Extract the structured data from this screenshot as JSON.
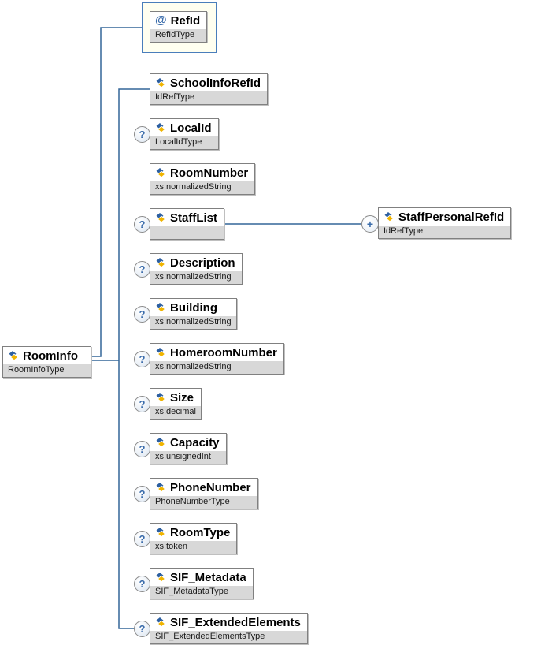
{
  "diagram": {
    "root": {
      "name": "RoomInfo",
      "type": "RoomInfoType"
    },
    "attribute": {
      "name": "RefId",
      "type": "RefIdType"
    },
    "children": [
      {
        "name": "SchoolInfoRefId",
        "type": "IdRefType",
        "optional": false
      },
      {
        "name": "LocalId",
        "type": "LocalIdType",
        "optional": true
      },
      {
        "name": "RoomNumber",
        "type": "xs:normalizedString",
        "optional": false
      },
      {
        "name": "StaffList",
        "type": "",
        "optional": true
      },
      {
        "name": "Description",
        "type": "xs:normalizedString",
        "optional": true
      },
      {
        "name": "Building",
        "type": "xs:normalizedString",
        "optional": true
      },
      {
        "name": "HomeroomNumber",
        "type": "xs:normalizedString",
        "optional": true
      },
      {
        "name": "Size",
        "type": "xs:decimal",
        "optional": true
      },
      {
        "name": "Capacity",
        "type": "xs:unsignedInt",
        "optional": true
      },
      {
        "name": "PhoneNumber",
        "type": "PhoneNumberType",
        "optional": true
      },
      {
        "name": "RoomType",
        "type": "xs:token",
        "optional": true
      },
      {
        "name": "SIF_Metadata",
        "type": "SIF_MetadataType",
        "optional": true
      },
      {
        "name": "SIF_ExtendedElements",
        "type": "SIF_ExtendedElementsType",
        "optional": true
      }
    ],
    "staff_child": {
      "name": "StaffPersonalRefId",
      "type": "IdRefType"
    },
    "glyphs": {
      "attribute_indicator": "@",
      "optional_indicator": "?",
      "expand_indicator": "+"
    },
    "colors": {
      "line": "#336699",
      "box_border": "#808080",
      "footer_bg": "#d8d8d8",
      "attr_box_bg": "#fffff0",
      "attr_box_border": "#4a7ebb",
      "icon_blue": "#2d5fa0",
      "icon_yellow": "#f0b400",
      "indicator_blue": "#3a6cab"
    }
  }
}
